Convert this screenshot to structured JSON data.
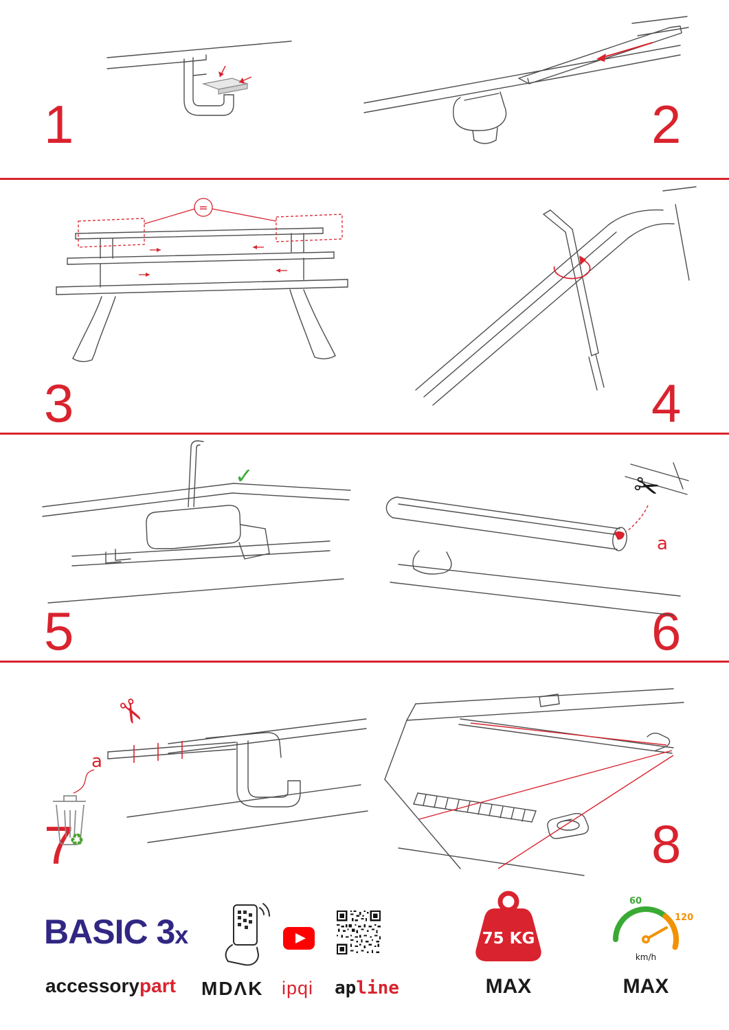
{
  "page": {
    "accent_red": "#d9232e",
    "line_gray": "#4d4d4d",
    "brand_blue": "#312783",
    "green": "#3aaa35",
    "orange": "#f39200"
  },
  "steps": [
    {
      "number": "1"
    },
    {
      "number": "2"
    },
    {
      "number": "3"
    },
    {
      "number": "4"
    },
    {
      "number": "5"
    },
    {
      "number": "6"
    },
    {
      "number": "7"
    },
    {
      "number": "8"
    }
  ],
  "annotations": {
    "equal": "=",
    "check": "✓",
    "scissors": "✂",
    "label_a": "a",
    "recycle": "♻"
  },
  "footer": {
    "product": "BASIC 3",
    "product_suffix": "x",
    "brand_part1": "accessory",
    "brand_part2": "part",
    "logo_mdak": "MDΛK",
    "logo_ipqi": "ipqi",
    "logo_ap": "ap",
    "logo_line": "line",
    "weight": "75 KG",
    "weight_max": "MAX",
    "speed_low": "60",
    "speed_high": "120",
    "speed_unit": "km/h",
    "speed_max": "MAX"
  }
}
